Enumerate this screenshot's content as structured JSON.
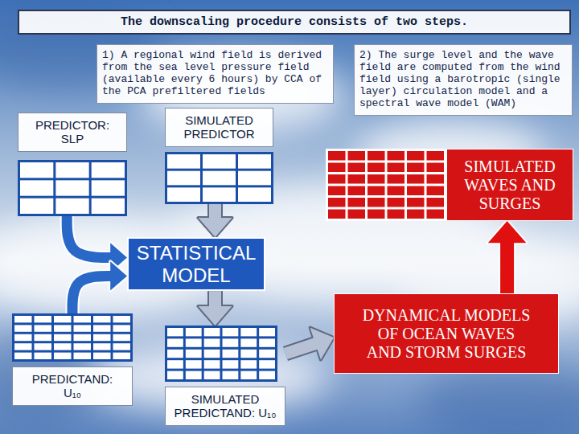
{
  "diagram": {
    "title": "The downscaling procedure consists of two steps.",
    "nodes": [
      {
        "text": [
          "1) A regional wind field is derived from the sea level pressure field (available every 6 hours) by CCA of the PCA prefiltered fields"
        ]
      },
      {
        "text": [
          "2) The surge level and the wave field are computed from the wind field using a barotropic (single layer) circulation model and a spectral wave model (WAM)"
        ]
      },
      {
        "text": [
          "PREDICTOR: SLP"
        ]
      },
      {
        "text": [
          "SIMULATED PREDICTOR"
        ]
      },
      {
        "text": [
          "SIMULATED WAVES AND SURGES"
        ]
      },
      {
        "text": [
          "STATISTICAL MODEL"
        ]
      },
      {
        "text": [
          "DYNAMICAL MODELS OF OCEAN WAVES AND STORM SURGES"
        ]
      },
      {
        "text": [
          "PREDICTAND: U₁₀"
        ]
      },
      {
        "text": [
          "SIMULATED PREDICTAND: U₁₀"
        ]
      }
    ],
    "edges": [
      {
        "from": 2,
        "to": 5,
        "arrow": "to"
      },
      {
        "from": 3,
        "to": 5,
        "arrow": "to"
      },
      {
        "from": 7,
        "to": 5,
        "arrow": "to"
      },
      {
        "from": 5,
        "to": 8,
        "arrow": "to"
      },
      {
        "from": 8,
        "to": 6,
        "arrow": "to"
      },
      {
        "from": 6,
        "to": 4,
        "arrow": "to"
      }
    ]
  }
}
